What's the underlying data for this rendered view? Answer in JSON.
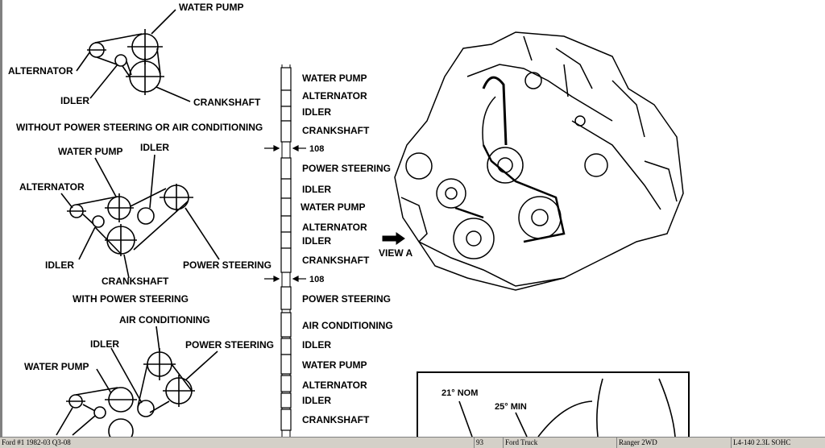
{
  "diagram1": {
    "water_pump": "WATER PUMP",
    "alternator": "ALTERNATOR",
    "idler": "IDLER",
    "crankshaft": "CRANKSHAFT",
    "caption": "WITHOUT POWER STEERING OR AIR CONDITIONING"
  },
  "diagram2": {
    "water_pump": "WATER PUMP",
    "idler_top": "IDLER",
    "alternator": "ALTERNATOR",
    "idler": "IDLER",
    "power_steering": "POWER STEERING",
    "crankshaft": "CRANKSHAFT",
    "caption": "WITH POWER STEERING"
  },
  "diagram3": {
    "air_conditioning": "AIR CONDITIONING",
    "idler": "IDLER",
    "power_steering": "POWER STEERING",
    "water_pump": "WATER PUMP"
  },
  "belt_labels": {
    "group1": [
      "WATER PUMP",
      "ALTERNATOR",
      "IDLER",
      "CRANKSHAFT"
    ],
    "dim1": "108",
    "group2": [
      "POWER STEERING",
      "IDLER",
      "WATER PUMP",
      "ALTERNATOR",
      "IDLER",
      "CRANKSHAFT"
    ],
    "dim2": "108",
    "group3": [
      "POWER STEERING",
      "AIR CONDITIONING",
      "IDLER",
      "WATER PUMP",
      "ALTERNATOR",
      "IDLER",
      "CRANKSHAFT"
    ]
  },
  "engine": {
    "view_label": "VIEW A"
  },
  "inset": {
    "nom": "21° NOM",
    "min": "25° MIN"
  },
  "status_bar": {
    "source": "Ford #1 1982-03 Q3-08",
    "page": "93",
    "category": "Ford Truck",
    "model": "Ranger 2WD",
    "engine": "L4-140 2.3L SOHC"
  }
}
